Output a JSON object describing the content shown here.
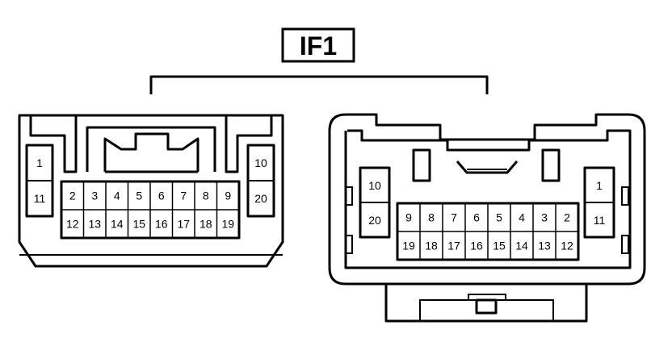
{
  "title": "IF1",
  "left_connector": {
    "side_left_pins": [
      "1",
      "11"
    ],
    "side_right_pins": [
      "10",
      "20"
    ],
    "top_row": [
      "2",
      "3",
      "4",
      "5",
      "6",
      "7",
      "8",
      "9"
    ],
    "bottom_row": [
      "12",
      "13",
      "14",
      "15",
      "16",
      "17",
      "18",
      "19"
    ]
  },
  "right_connector": {
    "side_left_pins": [
      "10",
      "20"
    ],
    "side_right_pins": [
      "1",
      "11"
    ],
    "top_row": [
      "9",
      "8",
      "7",
      "6",
      "5",
      "4",
      "3",
      "2"
    ],
    "bottom_row": [
      "19",
      "18",
      "17",
      "16",
      "15",
      "14",
      "13",
      "12"
    ]
  }
}
